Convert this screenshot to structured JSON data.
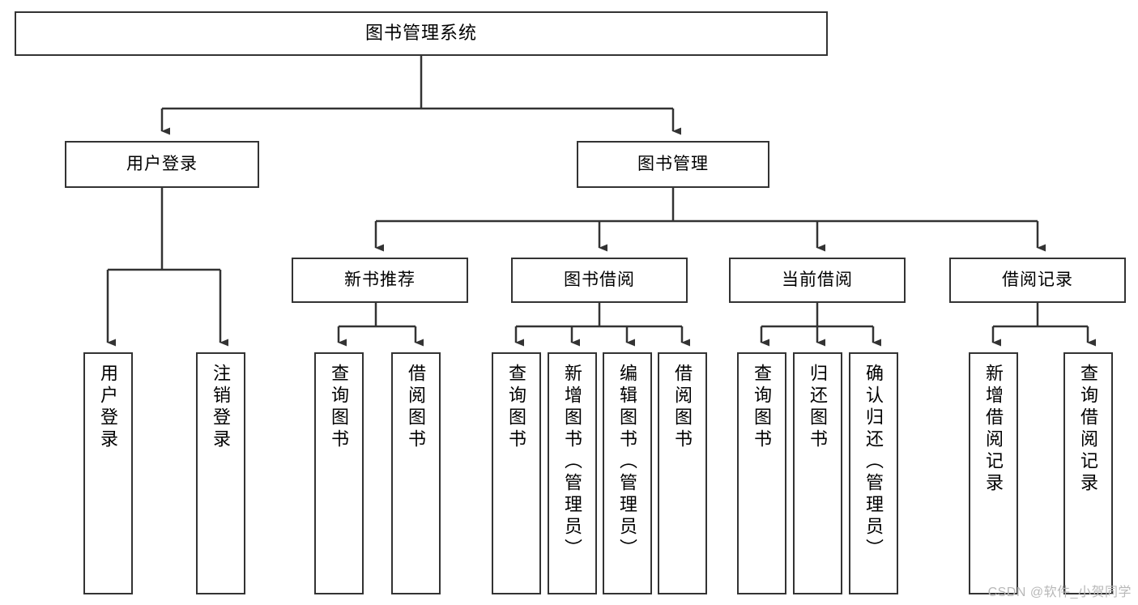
{
  "diagram": {
    "type": "tree-hierarchy-chart",
    "title": "图书管理系统",
    "watermark": "CSDN @软件_小贺同学",
    "colors": {
      "box_border": "#333333",
      "box_fill": "#ffffff",
      "connector": "#333333",
      "text": "#000000",
      "watermark": "#b8b8b8",
      "background": "#ffffff"
    },
    "nodes": {
      "root": {
        "label": "图书管理系统",
        "level": 0
      },
      "user_login": {
        "label": "用户登录",
        "level": 1
      },
      "book_manage": {
        "label": "图书管理",
        "level": 1
      },
      "new_book_rec": {
        "label": "新书推荐",
        "level": 2
      },
      "book_borrow": {
        "label": "图书借阅",
        "level": 2
      },
      "current_borrow": {
        "label": "当前借阅",
        "level": 2
      },
      "borrow_record": {
        "label": "借阅记录",
        "level": 2
      },
      "leaf_user_login": {
        "label": "用户登录",
        "level": 3
      },
      "leaf_user_logout": {
        "label": "注销登录",
        "level": 3
      },
      "leaf_query_book_1": {
        "label": "查询图书",
        "level": 3
      },
      "leaf_borrow_book_1": {
        "label": "借阅图书",
        "level": 3
      },
      "leaf_query_book_2": {
        "label": "查询图书",
        "level": 3
      },
      "leaf_add_book": {
        "label": "新增图书（管理员）",
        "level": 3
      },
      "leaf_edit_book": {
        "label": "编辑图书（管理员）",
        "level": 3
      },
      "leaf_borrow_book_2": {
        "label": "借阅图书",
        "level": 3
      },
      "leaf_query_book_3": {
        "label": "查询图书",
        "level": 3
      },
      "leaf_return_book": {
        "label": "归还图书",
        "level": 3
      },
      "leaf_confirm_return": {
        "label": "确认归还（管理员）",
        "level": 3
      },
      "leaf_add_record": {
        "label": "新增借阅记录",
        "level": 3
      },
      "leaf_query_record": {
        "label": "查询借阅记录",
        "level": 3
      }
    },
    "edges": [
      {
        "from": "root",
        "to": "user_login"
      },
      {
        "from": "root",
        "to": "book_manage"
      },
      {
        "from": "user_login",
        "to": "leaf_user_login"
      },
      {
        "from": "user_login",
        "to": "leaf_user_logout"
      },
      {
        "from": "book_manage",
        "to": "new_book_rec"
      },
      {
        "from": "book_manage",
        "to": "book_borrow"
      },
      {
        "from": "book_manage",
        "to": "current_borrow"
      },
      {
        "from": "book_manage",
        "to": "borrow_record"
      },
      {
        "from": "new_book_rec",
        "to": "leaf_query_book_1"
      },
      {
        "from": "new_book_rec",
        "to": "leaf_borrow_book_1"
      },
      {
        "from": "book_borrow",
        "to": "leaf_query_book_2"
      },
      {
        "from": "book_borrow",
        "to": "leaf_add_book"
      },
      {
        "from": "book_borrow",
        "to": "leaf_edit_book"
      },
      {
        "from": "book_borrow",
        "to": "leaf_borrow_book_2"
      },
      {
        "from": "current_borrow",
        "to": "leaf_query_book_3"
      },
      {
        "from": "current_borrow",
        "to": "leaf_return_book"
      },
      {
        "from": "current_borrow",
        "to": "leaf_confirm_return"
      },
      {
        "from": "borrow_record",
        "to": "leaf_add_record"
      },
      {
        "from": "borrow_record",
        "to": "leaf_query_record"
      }
    ]
  }
}
